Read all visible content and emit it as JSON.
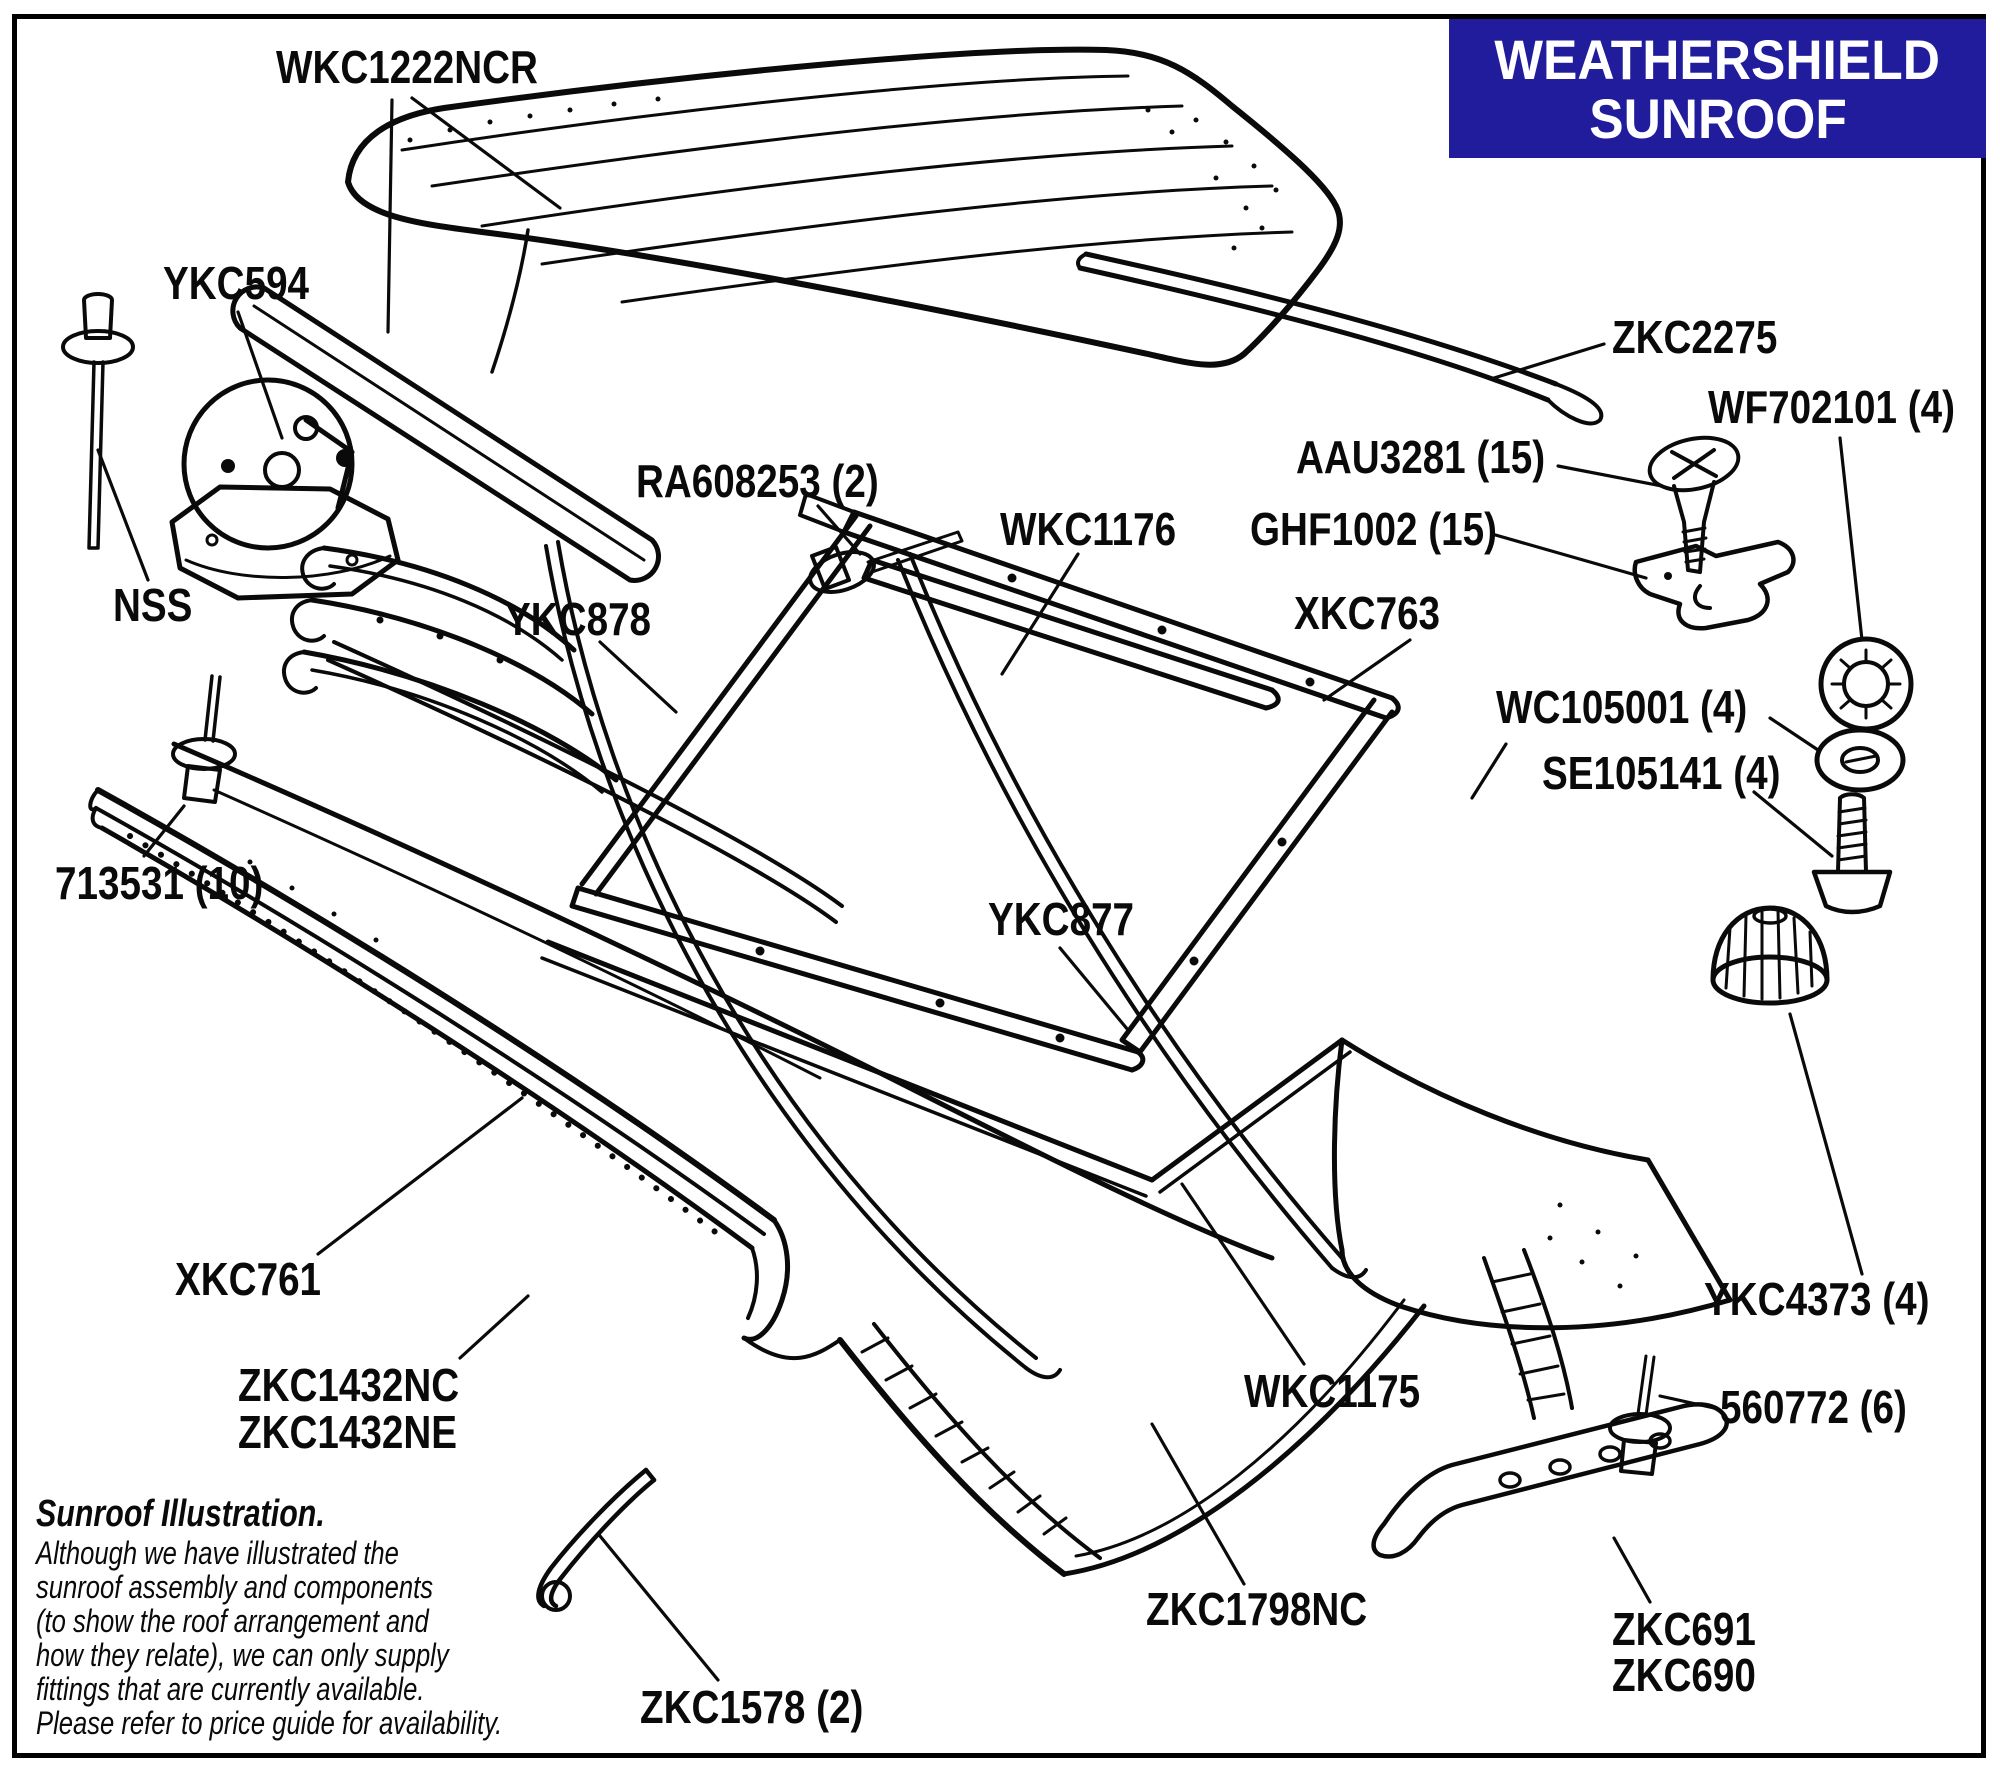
{
  "header": {
    "line1": "WEATHERSHIELD",
    "line2": "SUNROOF"
  },
  "colors": {
    "banner_bg": "#211c9c",
    "banner_text": "#ffffff",
    "ink": "#0a0a0a",
    "paper": "#ffffff"
  },
  "labels": {
    "wkc1222ncr": "WKC1222NCR",
    "ykc594": "YKC594",
    "nss": "NSS",
    "ra608253": "RA608253 (2)",
    "ykc878": "YKC878",
    "wkc1176": "WKC1176",
    "zkc2275": "ZKC2275",
    "aau3281": "AAU3281 (15)",
    "ghf1002": "GHF1002 (15)",
    "wf702101": "WF702101 (4)",
    "xkc763": "XKC763",
    "wc105001": "WC105001 (4)",
    "se105141": "SE105141 (4)",
    "p713531": "713531 (10)",
    "ykc877": "YKC877",
    "xkc761": "XKC761",
    "zkc1432nc": "ZKC1432NC",
    "zkc1432ne": "ZKC1432NE",
    "wkc1175": "WKC1175",
    "ykc4373": "YKC4373 (4)",
    "p560772": "560772 (6)",
    "zkc1798nc": "ZKC1798NC",
    "zkc691": "ZKC691",
    "zkc690": "ZKC690",
    "zkc1578": "ZKC1578 (2)"
  },
  "notes": {
    "heading": "Sunroof Illustration.",
    "lines": [
      "Although we have illustrated the",
      "sunroof assembly and components",
      "(to show the roof arrangement and",
      "how they relate), we can only supply",
      "fittings that are currently available.",
      "Please refer to price guide for availability."
    ]
  }
}
